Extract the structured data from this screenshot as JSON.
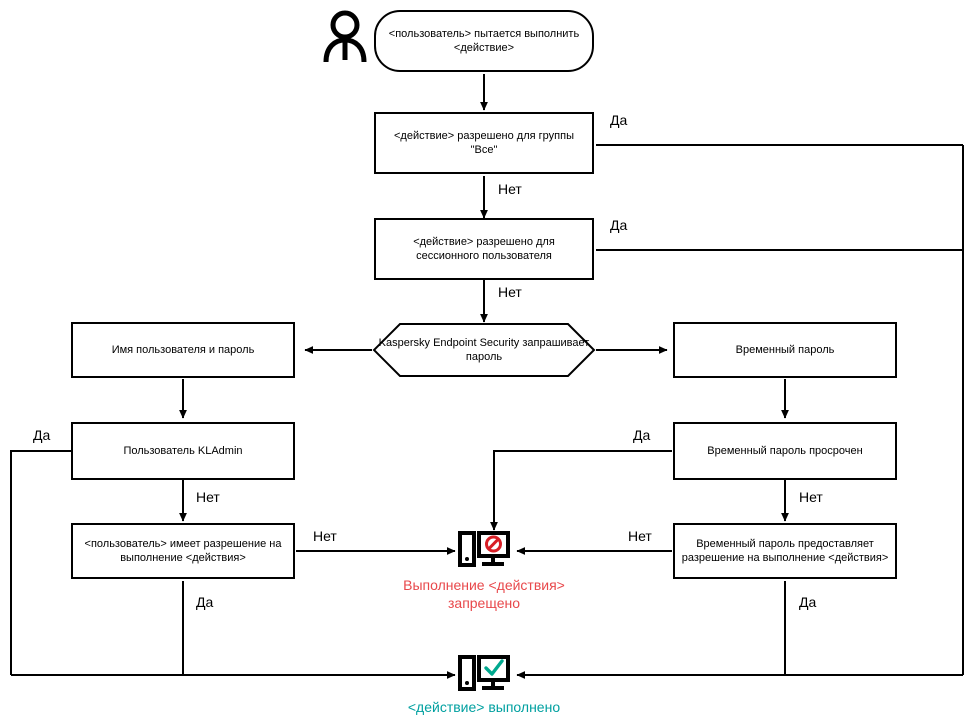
{
  "diagram": {
    "title": "Password protection decision flow",
    "language": "ru",
    "colors": {
      "line": "#000000",
      "node_border": "#000000",
      "node_fill": "#ffffff",
      "text": "#000000",
      "denied": "#e8484b",
      "denied_icon": "#d81f26",
      "allowed": "#00a88e",
      "allowed_text": "#00a0a0"
    },
    "nodes": {
      "start": "<пользователь> пытается выполнить <действие>",
      "allowed_everyone": "<действие> разрешено для группы \"Все\"",
      "allowed_session_user": "<действие> разрешено для сессионного пользователя",
      "kes_prompts_password": "Kaspersky Endpoint Security запрашивает пароль",
      "username_and_password": "Имя пользователя и пароль",
      "temporary_password": "Временный пароль",
      "kladmin_user": "Пользователь KLAdmin",
      "temp_password_expired": "Временный пароль просрочен",
      "user_has_permission": "<пользователь> имеет разрешение на выполнение <действия>",
      "temp_password_grants_permission": "Временный пароль предоставляет разрешение на выполнение <действия>"
    },
    "terminators": {
      "denied": "Выполнение <действия> запрещено",
      "denied_line1": "Выполнение <действия>",
      "denied_line2": "запрещено",
      "allowed": "<действие> выполнено"
    },
    "edge_labels": {
      "yes": "Да",
      "no": "Нет",
      "everyone_yes": "Да",
      "everyone_no": "Нет",
      "session_yes": "Да",
      "session_no": "Нет",
      "kladmin_yes": "Да",
      "kladmin_no": "Нет",
      "permission_no": "Нет",
      "permission_yes": "Да",
      "expired_yes": "Да",
      "expired_no": "Нет",
      "grants_no": "Нет",
      "grants_yes": "Да"
    },
    "icons": {
      "actor": "person-icon",
      "denied": "computer-blocked-icon",
      "allowed": "computer-check-icon"
    }
  }
}
